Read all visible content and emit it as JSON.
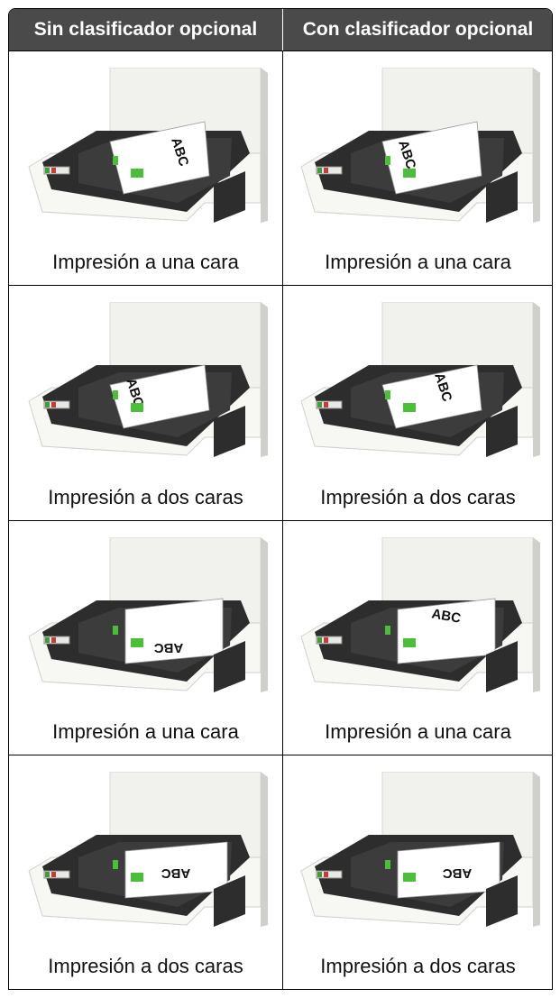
{
  "headers": [
    "Sin clasificador opcional",
    "Con clasificador opcional"
  ],
  "rows": [
    {
      "captions": [
        "Impresión a una cara",
        "Impresión a una cara"
      ],
      "variants": [
        "a1",
        "a2"
      ],
      "labels": [
        "ABC",
        "ABC"
      ]
    },
    {
      "captions": [
        "Impresión a dos caras",
        "Impresión a dos caras"
      ],
      "variants": [
        "b1",
        "b2"
      ],
      "labels": [
        "ABC",
        "ABC"
      ]
    },
    {
      "captions": [
        "Impresión a una cara",
        "Impresión a una cara"
      ],
      "variants": [
        "c1",
        "c2"
      ],
      "labels": [
        "ABC",
        "ABC"
      ]
    },
    {
      "captions": [
        "Impresión a dos caras",
        "Impresión a dos caras"
      ],
      "variants": [
        "d1",
        "d2"
      ],
      "labels": [
        "ABC",
        "ABC"
      ]
    }
  ]
}
